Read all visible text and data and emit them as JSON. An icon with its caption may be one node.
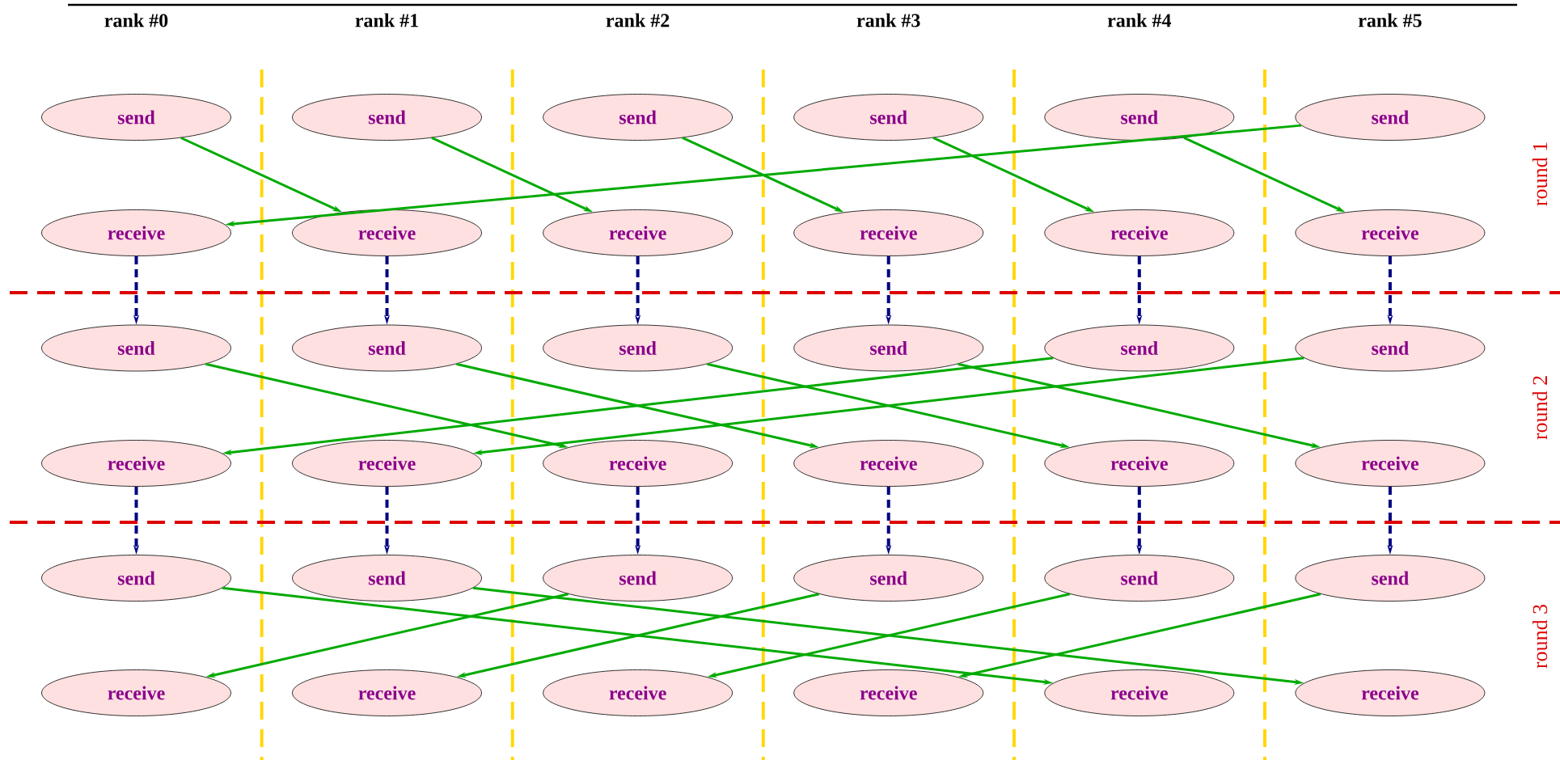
{
  "diagram": {
    "nodes": [
      {
        "text": [
          "send"
        ]
      },
      {
        "text": [
          "send"
        ]
      },
      {
        "text": [
          "send"
        ]
      },
      {
        "text": [
          "send"
        ]
      },
      {
        "text": [
          "send"
        ]
      },
      {
        "text": [
          "send"
        ]
      },
      {
        "text": [
          "receive"
        ]
      },
      {
        "text": [
          "receive"
        ]
      },
      {
        "text": [
          "receive"
        ]
      },
      {
        "text": [
          "receive"
        ]
      },
      {
        "text": [
          "receive"
        ]
      },
      {
        "text": [
          "receive"
        ]
      },
      {
        "text": [
          "send"
        ]
      },
      {
        "text": [
          "send"
        ]
      },
      {
        "text": [
          "send"
        ]
      },
      {
        "text": [
          "send"
        ]
      },
      {
        "text": [
          "send"
        ]
      },
      {
        "text": [
          "send"
        ]
      },
      {
        "text": [
          "receive"
        ]
      },
      {
        "text": [
          "receive"
        ]
      },
      {
        "text": [
          "receive"
        ]
      },
      {
        "text": [
          "receive"
        ]
      },
      {
        "text": [
          "receive"
        ]
      },
      {
        "text": [
          "receive"
        ]
      },
      {
        "text": [
          "send"
        ]
      },
      {
        "text": [
          "send"
        ]
      },
      {
        "text": [
          "send"
        ]
      },
      {
        "text": [
          "send"
        ]
      },
      {
        "text": [
          "send"
        ]
      },
      {
        "text": [
          "send"
        ]
      },
      {
        "text": [
          "receive"
        ]
      },
      {
        "text": [
          "receive"
        ]
      },
      {
        "text": [
          "receive"
        ]
      },
      {
        "text": [
          "receive"
        ]
      },
      {
        "text": [
          "receive"
        ]
      },
      {
        "text": [
          "receive"
        ]
      }
    ],
    "edges": [
      {
        "from": 0,
        "to": 7,
        "arrow": "to"
      },
      {
        "from": 1,
        "to": 8,
        "arrow": "to"
      },
      {
        "from": 2,
        "to": 9,
        "arrow": "to"
      },
      {
        "from": 3,
        "to": 10,
        "arrow": "to"
      },
      {
        "from": 4,
        "to": 11,
        "arrow": "to"
      },
      {
        "from": 5,
        "to": 6,
        "arrow": "to"
      },
      {
        "from": 6,
        "to": 12,
        "arrow": "to",
        "style": "dashed",
        "color": "#000080"
      },
      {
        "from": 7,
        "to": 13,
        "arrow": "to",
        "style": "dashed",
        "color": "#000080"
      },
      {
        "from": 8,
        "to": 14,
        "arrow": "to",
        "style": "dashed",
        "color": "#000080"
      },
      {
        "from": 9,
        "to": 15,
        "arrow": "to",
        "style": "dashed",
        "color": "#000080"
      },
      {
        "from": 10,
        "to": 16,
        "arrow": "to",
        "style": "dashed",
        "color": "#000080"
      },
      {
        "from": 11,
        "to": 17,
        "arrow": "to",
        "style": "dashed",
        "color": "#000080"
      },
      {
        "from": 12,
        "to": 20,
        "arrow": "to"
      },
      {
        "from": 13,
        "to": 21,
        "arrow": "to"
      },
      {
        "from": 14,
        "to": 22,
        "arrow": "to"
      },
      {
        "from": 15,
        "to": 23,
        "arrow": "to"
      },
      {
        "from": 16,
        "to": 18,
        "arrow": "to"
      },
      {
        "from": 17,
        "to": 19,
        "arrow": "to"
      },
      {
        "from": 18,
        "to": 24,
        "arrow": "to",
        "style": "dashed",
        "color": "#000080"
      },
      {
        "from": 19,
        "to": 25,
        "arrow": "to",
        "style": "dashed",
        "color": "#000080"
      },
      {
        "from": 20,
        "to": 26,
        "arrow": "to",
        "style": "dashed",
        "color": "#000080"
      },
      {
        "from": 21,
        "to": 27,
        "arrow": "to",
        "style": "dashed",
        "color": "#000080"
      },
      {
        "from": 22,
        "to": 28,
        "arrow": "to",
        "style": "dashed",
        "color": "#000080"
      },
      {
        "from": 23,
        "to": 29,
        "arrow": "to",
        "style": "dashed",
        "color": "#000080"
      },
      {
        "from": 24,
        "to": 34,
        "arrow": "to"
      },
      {
        "from": 25,
        "to": 35,
        "arrow": "to"
      },
      {
        "from": 26,
        "to": 30,
        "arrow": "to"
      },
      {
        "from": 27,
        "to": 31,
        "arrow": "to"
      },
      {
        "from": 28,
        "to": 32,
        "arrow": "to"
      },
      {
        "from": 29,
        "to": 33,
        "arrow": "to"
      }
    ],
    "labels": [
      "rank #0",
      "rank #1",
      "rank #2",
      "rank #3",
      "rank #4",
      "rank #5",
      "round 1",
      "round 2",
      "round 3"
    ]
  }
}
